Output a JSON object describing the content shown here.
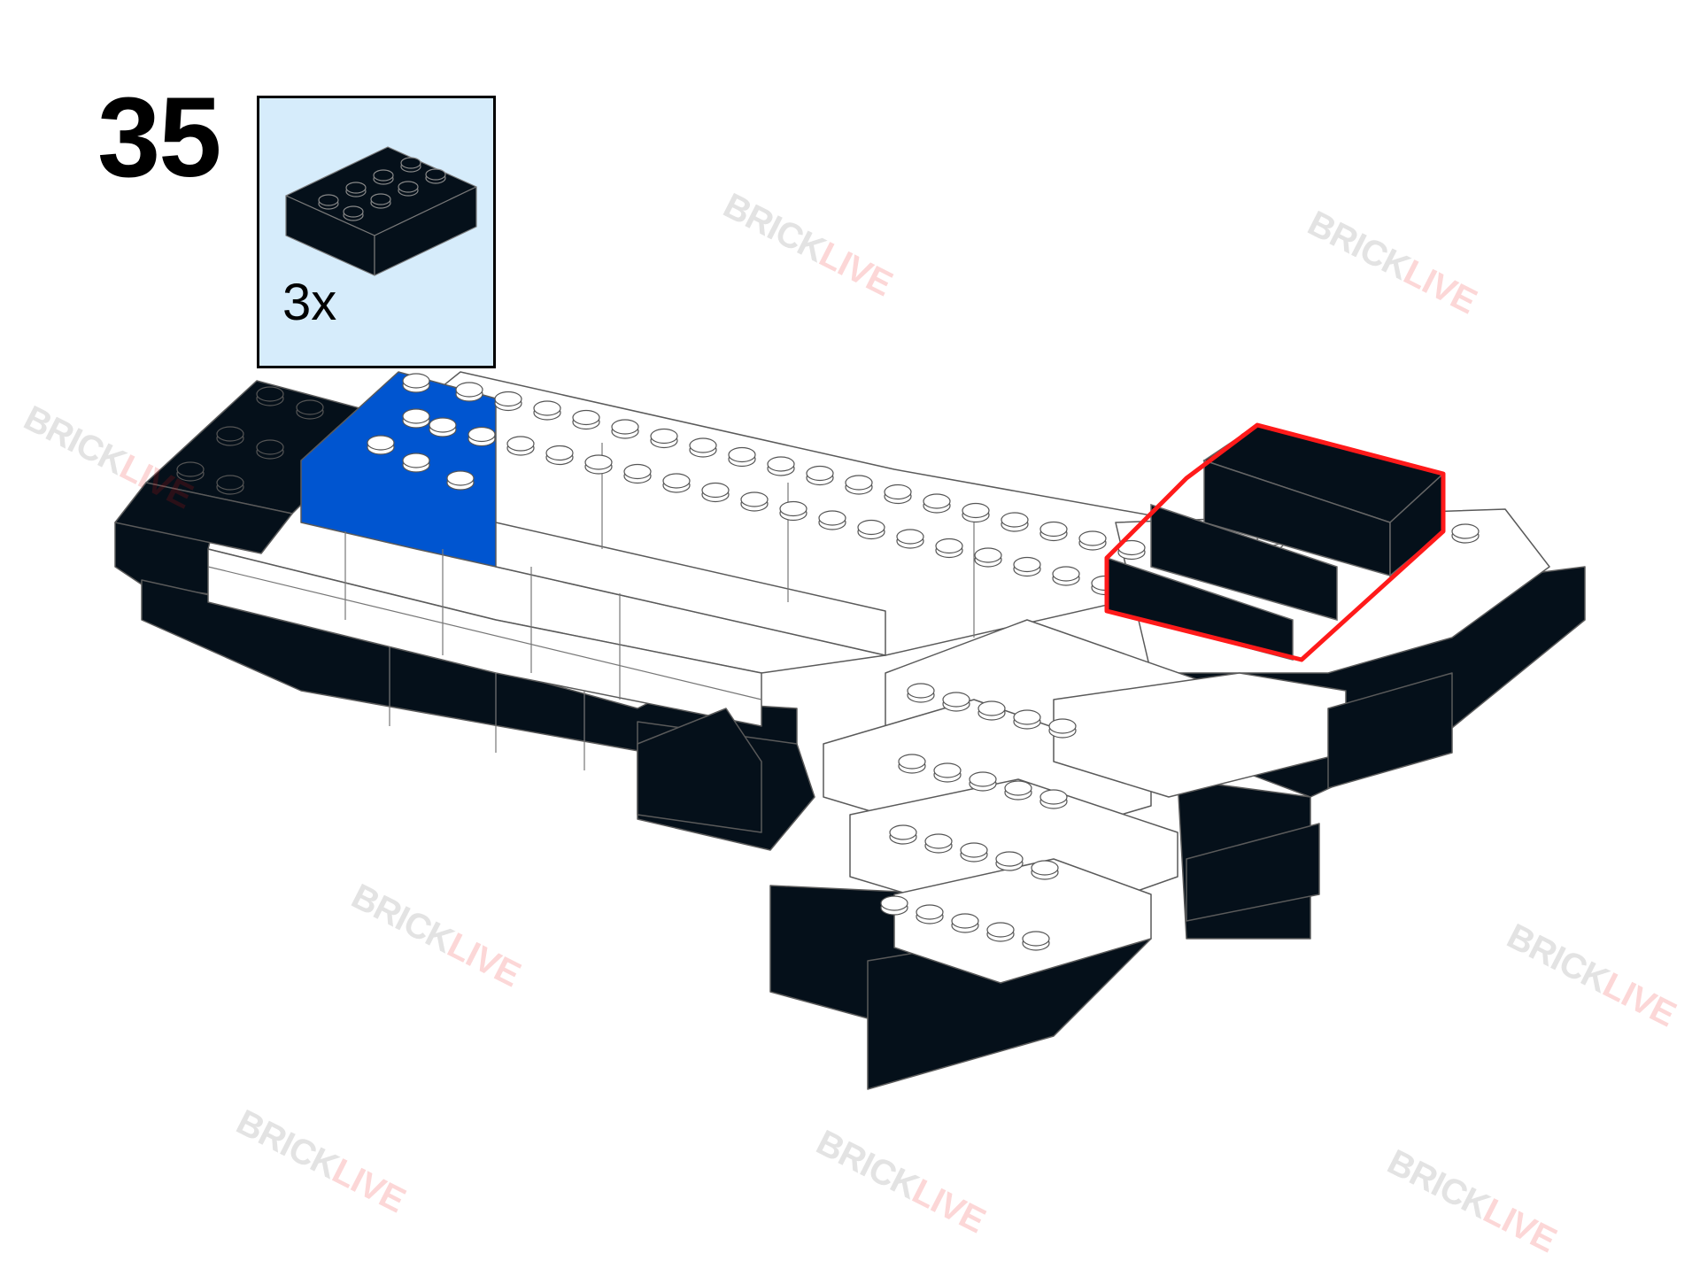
{
  "step": {
    "number": "35"
  },
  "parts": {
    "count": "3x",
    "piece": "2x4-brick",
    "color": "#05101a"
  },
  "watermark": {
    "part1": "BRICK",
    "part2": "LIVE"
  },
  "colors": {
    "black": "#05101a",
    "white": "#ffffff",
    "blue": "#0055d0",
    "highlight": "#ff1a1a",
    "box": "#d6ecfb"
  }
}
